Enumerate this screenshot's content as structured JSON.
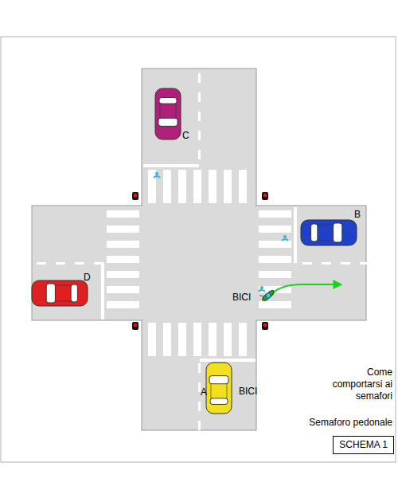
{
  "diagram": {
    "nodes": [
      {
        "text": [
          "SCHEMA 1"
        ]
      }
    ],
    "labels": [
      "C",
      "B",
      "D",
      "BICI",
      "A",
      "BICI",
      "Come comportarsi ai semafori",
      "Semaforo pedonale"
    ]
  }
}
